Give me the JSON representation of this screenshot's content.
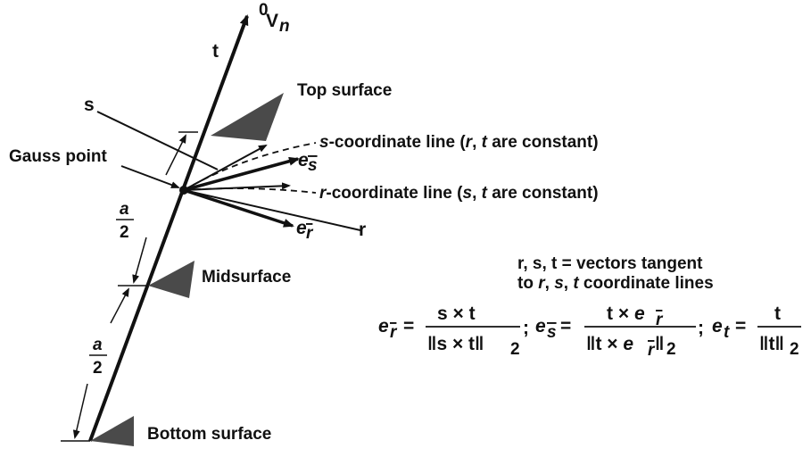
{
  "labels": {
    "v_sup": "0",
    "v_main": "V",
    "v_sub": "n",
    "t": "t",
    "s": "s",
    "r": "r",
    "top_surface": "Top surface",
    "midsurface": "Midsurface",
    "bottom_surface": "Bottom surface",
    "gauss_point": "Gauss point",
    "es_e": "e",
    "es_sub": "s",
    "er_e": "e",
    "er_sub": "r",
    "a_upper_num": "a",
    "a_upper_den": "2",
    "a_lower_num": "a",
    "a_lower_den": "2"
  },
  "coordinate_lines": {
    "s_line_var": "s",
    "s_line_text": "-coordinate line (",
    "s_line_r": "r",
    "s_line_comma": ", ",
    "s_line_t": "t",
    "s_line_end": " are constant)",
    "r_line_var": "r",
    "r_line_text": "-coordinate line (",
    "r_line_s": "s",
    "r_line_comma": ", ",
    "r_line_t": "t",
    "r_line_end": " are constant)"
  },
  "tangent_note": {
    "line1": "r, s, t = vectors tangent",
    "line2_pre": "to ",
    "line2_r": "r",
    "line2_c1": ", ",
    "line2_s": "s",
    "line2_c2": ", ",
    "line2_t": "t",
    "line2_end": " coordinate lines"
  },
  "formulas": {
    "er_lhs_e": "e",
    "er_lhs_sub": "r",
    "eq": "=",
    "er_num": "s × t",
    "er_den": "‖s × t‖",
    "er_den_sub": "2",
    "sep1": ";",
    "es_lhs_e": "e",
    "es_lhs_sub": "s",
    "es_num_a": "t × ",
    "es_num_e": "e",
    "es_num_sub": "r",
    "es_den_a": "‖t × ",
    "es_den_e": "e",
    "es_den_sub_r": "r",
    "es_den_b": "‖",
    "es_den_sub": "2",
    "sep2": ";",
    "et_lhs_e": "e",
    "et_lhs_sub": "t",
    "et_num": "t",
    "et_den": "‖t‖",
    "et_den_sub": "2"
  }
}
